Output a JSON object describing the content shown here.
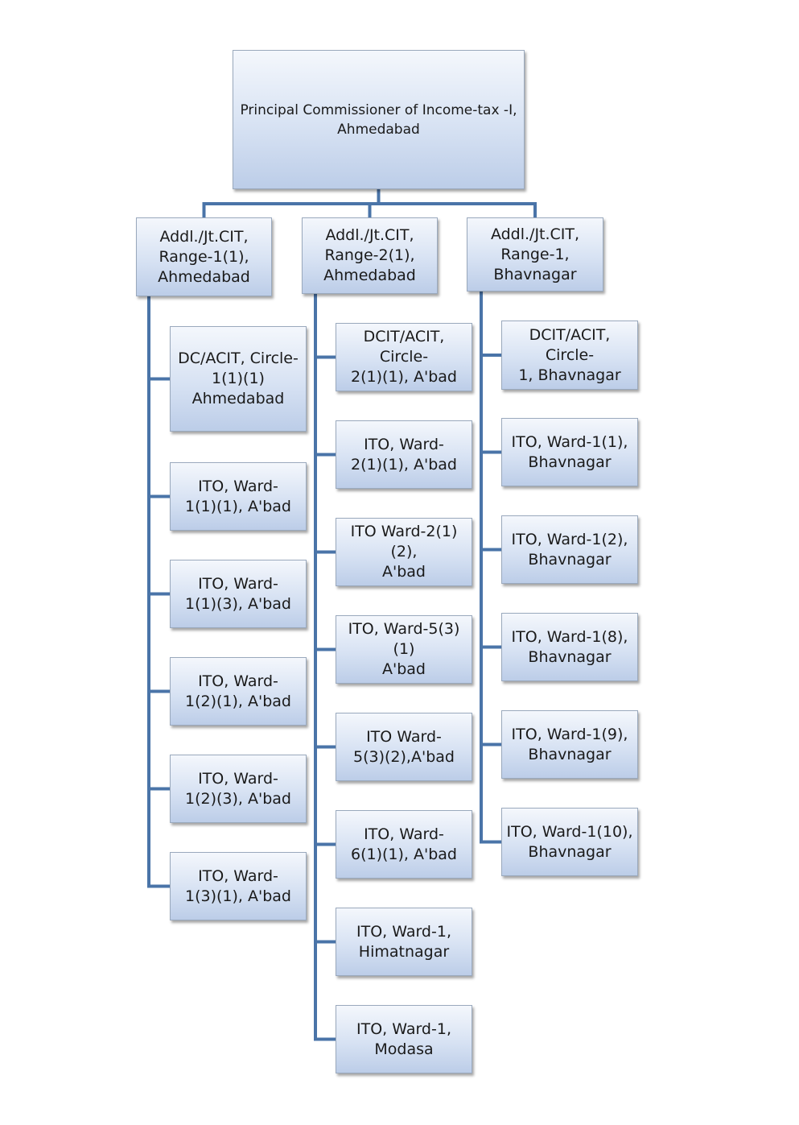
{
  "diagram": {
    "root": {
      "label": "Principal Commissioner of Income-tax -I,\nAhmedabad"
    },
    "ranges": [
      {
        "label": "Addl./Jt.CIT,\nRange-1(1),\nAhmedabad",
        "units": [
          "DC/ACIT, Circle-\n1(1)(1)\nAhmedabad",
          "ITO, Ward-\n1(1)(1), A'bad",
          "ITO, Ward-\n1(1)(3), A'bad",
          "ITO, Ward-\n1(2)(1), A'bad",
          "ITO, Ward-\n1(2)(3), A'bad",
          "ITO, Ward-\n1(3)(1), A'bad"
        ]
      },
      {
        "label": "Addl./Jt.CIT,\nRange-2(1),\nAhmedabad",
        "units": [
          "DCIT/ACIT, Circle-\n2(1)(1), A'bad",
          "ITO, Ward-\n2(1)(1), A'bad",
          "ITO Ward-2(1)(2),\nA'bad",
          "ITO, Ward-5(3)(1)\nA'bad",
          "ITO Ward-\n5(3)(2),A'bad",
          "ITO, Ward-\n6(1)(1), A'bad",
          "ITO, Ward-1,\nHimatnagar",
          "ITO, Ward-1,\nModasa"
        ]
      },
      {
        "label": "Addl./Jt.CIT,\nRange-1,\nBhavnagar",
        "units": [
          "DCIT/ACIT, Circle-\n1, Bhavnagar",
          "ITO, Ward-1(1),\nBhavnagar",
          "ITO, Ward-1(2),\nBhavnagar",
          "ITO, Ward-1(8),\nBhavnagar",
          "ITO, Ward-1(9),\nBhavnagar",
          "ITO, Ward-1(10),\nBhavnagar"
        ]
      }
    ],
    "colors": {
      "connector": "#4a74a8",
      "box_border": "#9aa9bd"
    }
  }
}
